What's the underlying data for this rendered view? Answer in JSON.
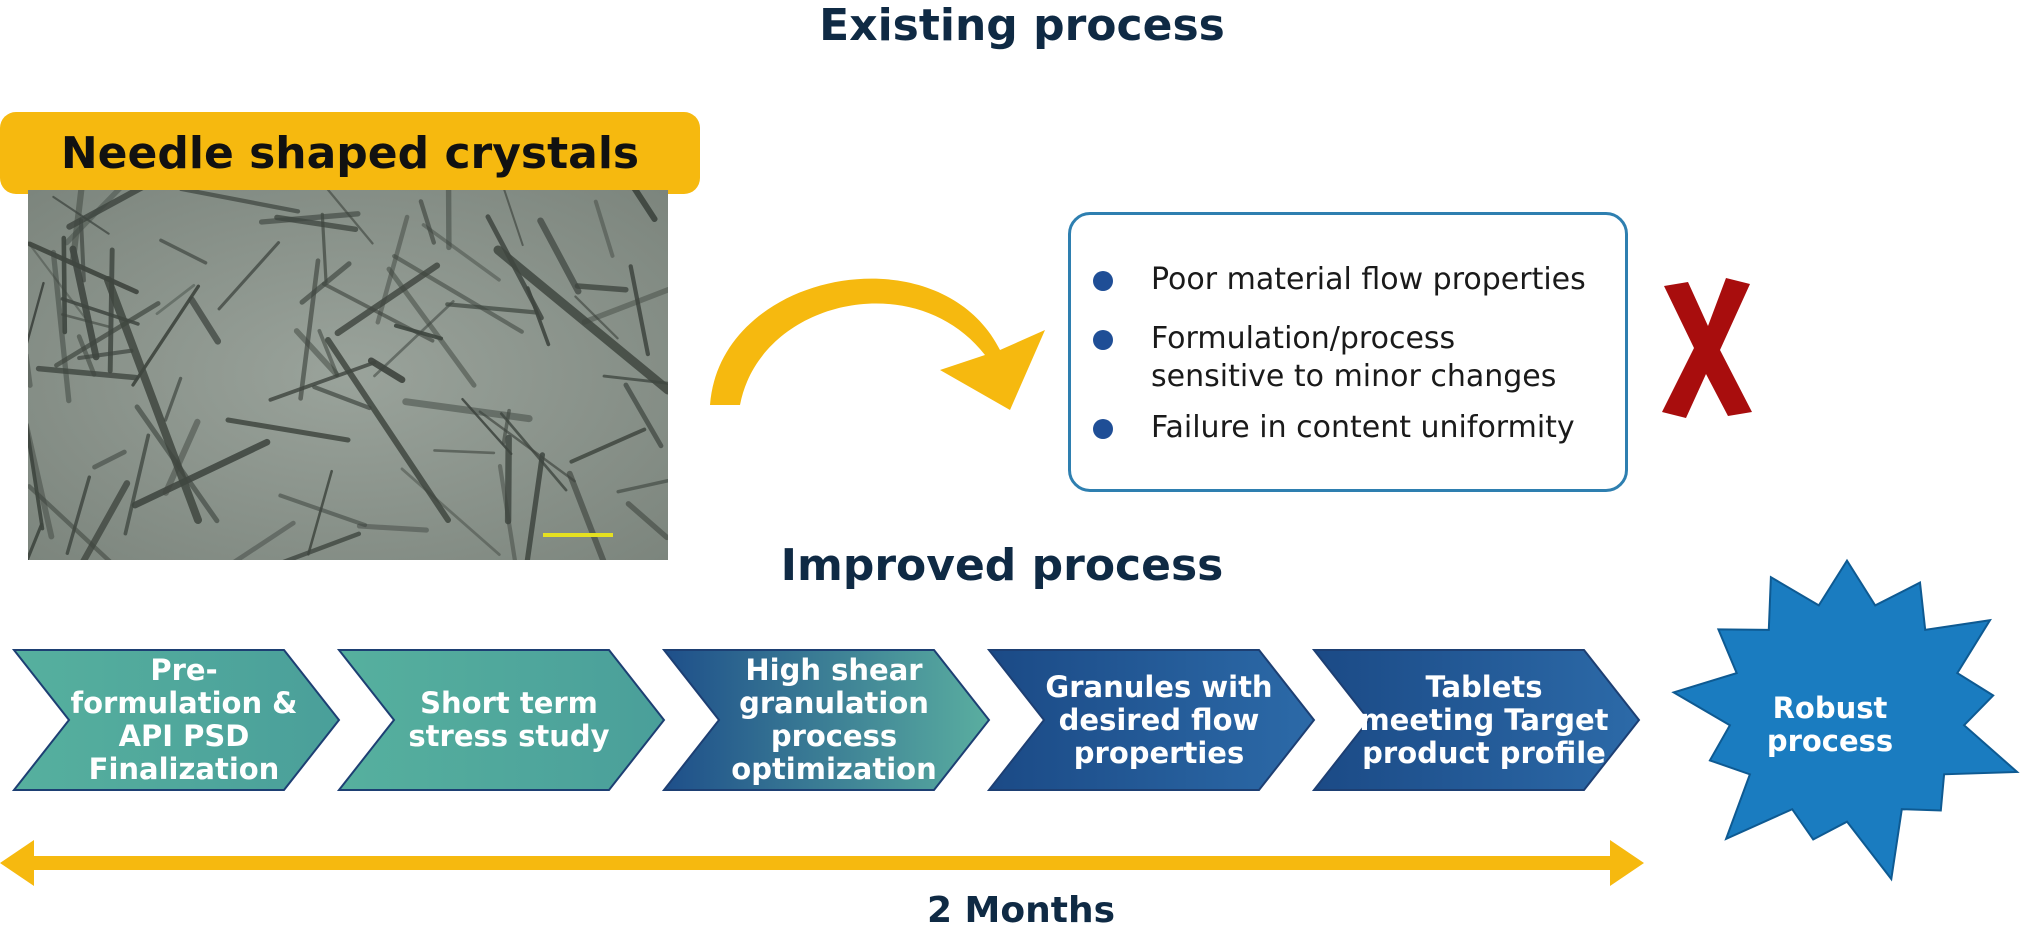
{
  "title_existing": "Existing process",
  "title_improved": "Improved process",
  "needle_label": "Needle shaped crystals",
  "issues": [
    {
      "lines": [
        "Poor material flow properties"
      ]
    },
    {
      "lines": [
        "Formulation/process",
        "sensitive to minor changes"
      ]
    },
    {
      "lines": [
        "Failure in content uniformity"
      ]
    }
  ],
  "steps": [
    {
      "lines": [
        "Pre-",
        "formulation &",
        "API PSD",
        "Finalization"
      ]
    },
    {
      "lines": [
        "Short term",
        "stress study"
      ]
    },
    {
      "lines": [
        "High shear",
        "granulation",
        "process",
        "optimization"
      ]
    },
    {
      "lines": [
        "Granules with",
        "desired flow",
        "properties"
      ]
    },
    {
      "lines": [
        "Tablets",
        "meeting Target",
        "product profile"
      ]
    }
  ],
  "outcome": {
    "lines": [
      "Robust",
      "process"
    ]
  },
  "duration": "2 Months",
  "colors": {
    "heading": "#0f2a44",
    "highlight": "#f6b90f",
    "teal": "#52a99a",
    "navy": "#1b4d8c",
    "starburst": "#1a7cc0",
    "cross": "#a80d0d",
    "bullet": "#1f4e96",
    "box_border": "#2e7fb0"
  },
  "icons": {
    "curved_arrow": "curved-arrow-icon",
    "cross": "cross-icon",
    "bullet": "bullet-dot-icon"
  }
}
